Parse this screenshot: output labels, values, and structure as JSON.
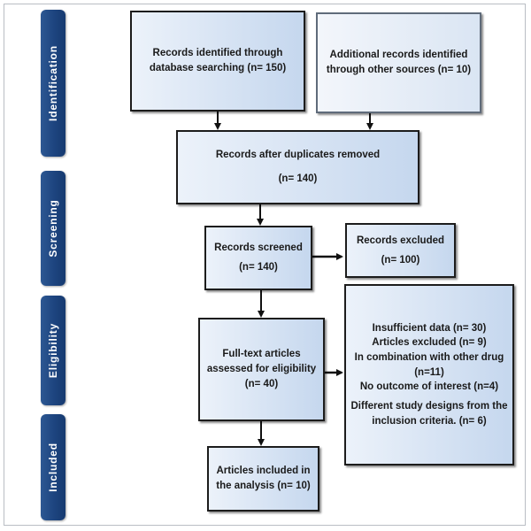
{
  "stages": {
    "identification": "Identification",
    "screening": "Screening",
    "eligibility": "Eligibility",
    "included": "Included"
  },
  "boxes": {
    "database": {
      "line1": "Records identified through",
      "line2": "database searching (n= 150)"
    },
    "other_sources": {
      "line1": "Additional records identified",
      "line2": "through other sources (n= 10)"
    },
    "duplicates": {
      "line1": "Records after duplicates removed",
      "line2": "(n= 140)"
    },
    "screened": {
      "line1": "Records screened",
      "line2": "(n= 140)"
    },
    "excluded": {
      "line1": "Records excluded",
      "line2": "(n= 100)"
    },
    "fulltext": {
      "line1": "Full-text articles",
      "line2": "assessed for eligibility",
      "line3": "(n= 40)"
    },
    "exclusion_reasons": [
      "Insufficient data (n= 30)",
      "Articles excluded (n= 9)",
      "In combination with other drug",
      "(n=11)",
      "No outcome of interest (n=4)",
      "Different study designs from the",
      "inclusion criteria. (n= 6)"
    ],
    "included": {
      "line1": "Articles included in",
      "line2": "the analysis (n= 10)"
    }
  }
}
